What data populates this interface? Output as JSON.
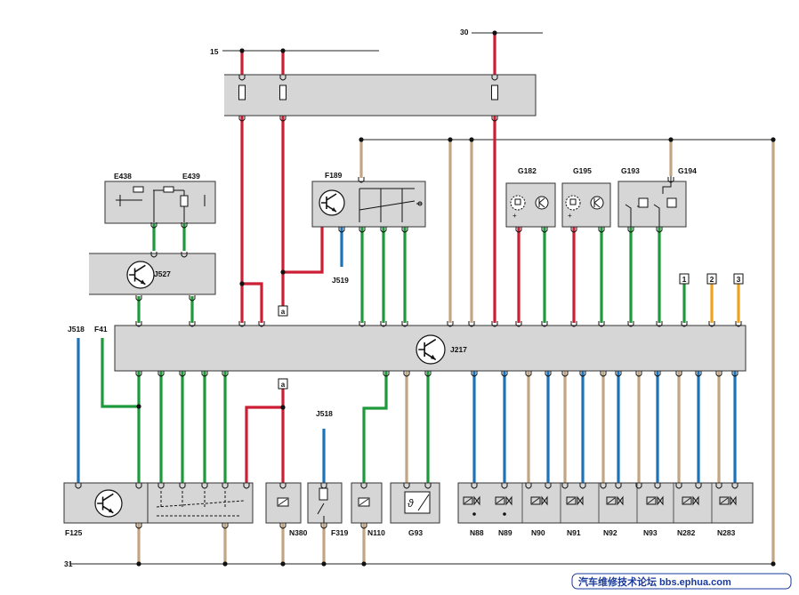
{
  "colors": {
    "red": "#cc1f36",
    "green": "#1e9a3c",
    "blue": "#1e73b8",
    "tan": "#c2a582",
    "orange": "#f0a21c",
    "box_fill": "#d6d6d6",
    "box_border": "#333333"
  },
  "terminals": {
    "t15": "15",
    "t30": "30",
    "t31": "31"
  },
  "connector_label": "a",
  "components": {
    "e438": "E438",
    "e439": "E439",
    "j527": "J527",
    "f189": "F189",
    "j519": "J519",
    "g182": "G182",
    "g195": "G195",
    "g193": "G193",
    "g194": "G194",
    "j518_left": "J518",
    "f41": "F41",
    "j217": "J217",
    "j518_mid": "J518",
    "f125": "F125",
    "n380": "N380",
    "f319": "F319",
    "n110": "N110",
    "g93": "G93",
    "n88": "N88",
    "n89": "N89",
    "n90": "N90",
    "n91": "N91",
    "n92": "N92",
    "n93": "N93",
    "n282": "N282",
    "n283": "N283"
  },
  "ref_boxes": [
    "1",
    "2",
    "3"
  ],
  "icons": {
    "transistor": "transistor-icon",
    "fuse": "fuse-icon",
    "solenoid": "solenoid-valve-icon",
    "temperature_sensor": "temperature-sensor-icon",
    "pressure_switch": "pressure-switch-icon",
    "multifunction_switch": "multifunction-switch-icon"
  },
  "watermark": "汽车维修技术论坛 bbs.ephua.com"
}
